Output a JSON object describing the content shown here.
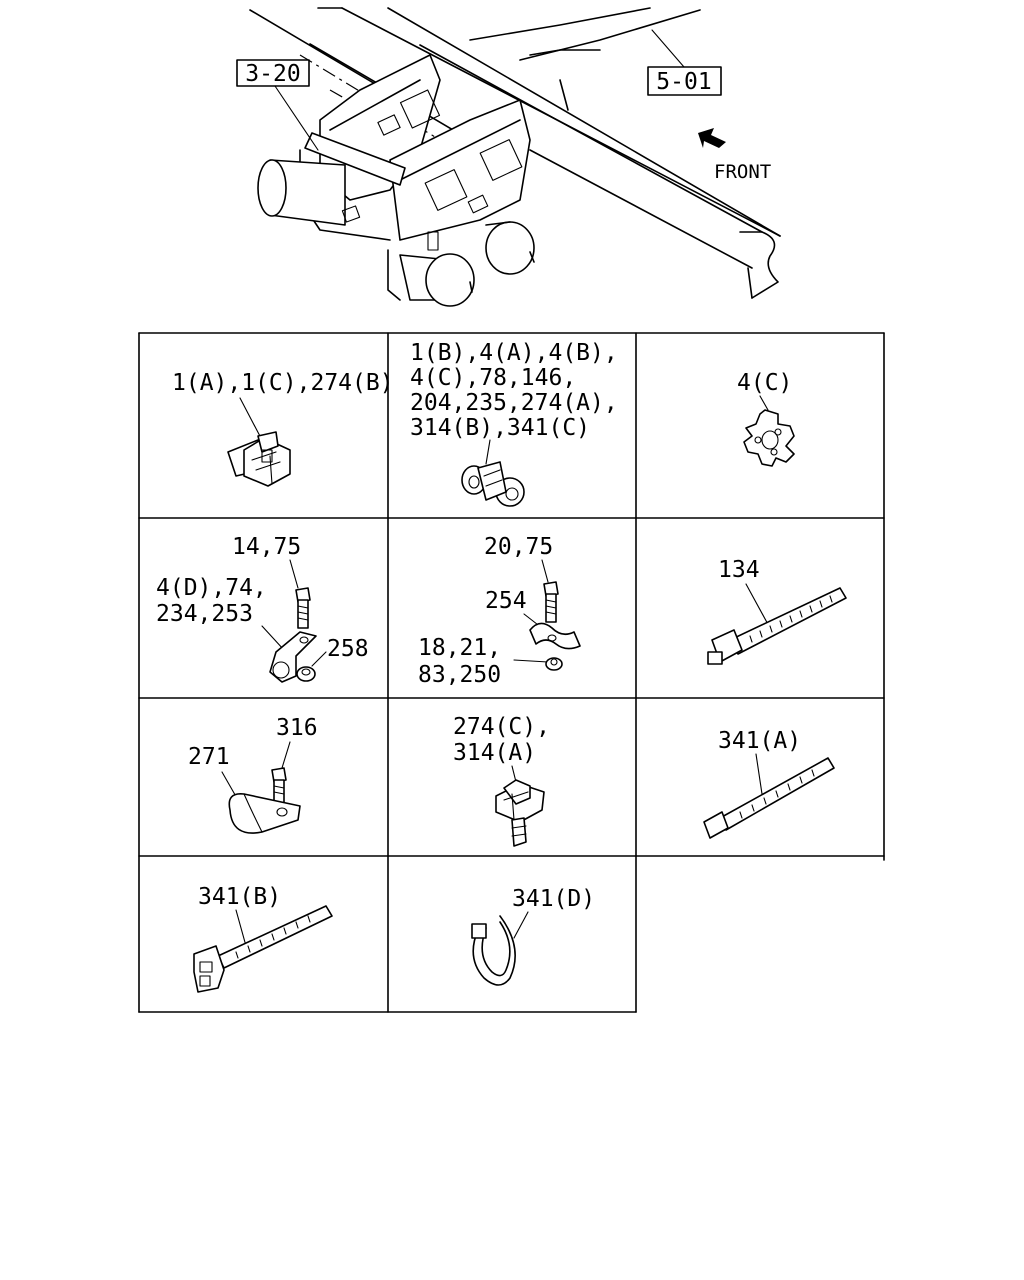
{
  "overview": {
    "callout_left": "3-20",
    "callout_right": "5-01",
    "direction": "FRONT"
  },
  "cells": [
    {
      "lines": [
        "1(A),1(C),274(B)"
      ]
    },
    {
      "lines": [
        "1(B),4(A),4(B),",
        "4(C),78,146,",
        "204,235,274(A),",
        "314(B),341(C)"
      ]
    },
    {
      "lines": [
        "4(C)"
      ]
    },
    {
      "labels": [
        "14,75",
        "4(D),74,",
        "234,253",
        "258"
      ]
    },
    {
      "labels": [
        "20,75",
        "254",
        "18,21,",
        "83,250"
      ]
    },
    {
      "labels": [
        "134"
      ]
    },
    {
      "labels": [
        "316",
        "271"
      ]
    },
    {
      "labels": [
        "274(C),",
        "314(A)"
      ]
    },
    {
      "labels": [
        "341(A)"
      ]
    },
    {
      "labels": [
        "341(B)"
      ]
    },
    {
      "labels": [
        "341(D)"
      ]
    }
  ]
}
